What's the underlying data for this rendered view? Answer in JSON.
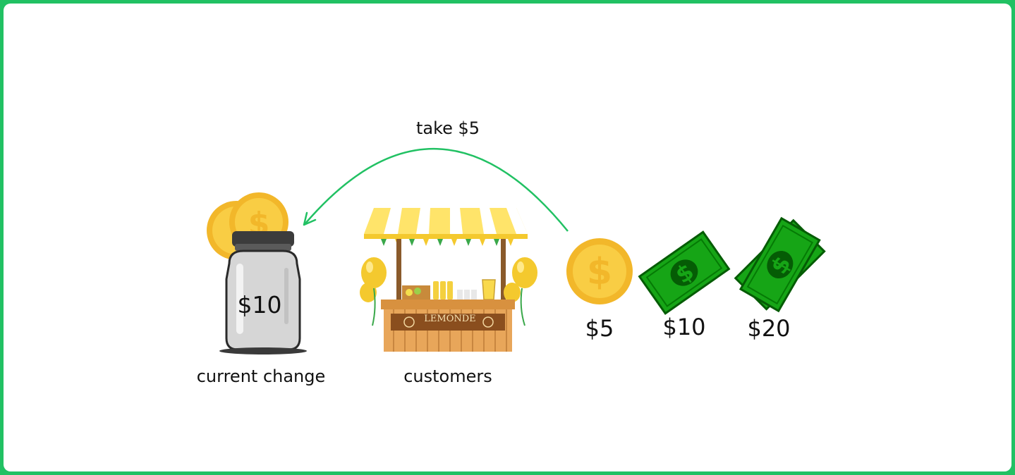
{
  "diagram": {
    "arrow_label": "take $5",
    "jar": {
      "amount": "$10",
      "caption": "current change"
    },
    "stand": {
      "sign": "LEMONDE",
      "caption": "customers"
    },
    "queue": [
      {
        "amount": "$5",
        "icon": "coin-icon"
      },
      {
        "amount": "$10",
        "icon": "bill-icon"
      },
      {
        "amount": "$20",
        "icon": "double-bill-icon"
      }
    ]
  },
  "colors": {
    "frame": "#21c163",
    "arrow": "#21c163",
    "coin": "#f5c133",
    "bill": "#0a8a0a"
  }
}
